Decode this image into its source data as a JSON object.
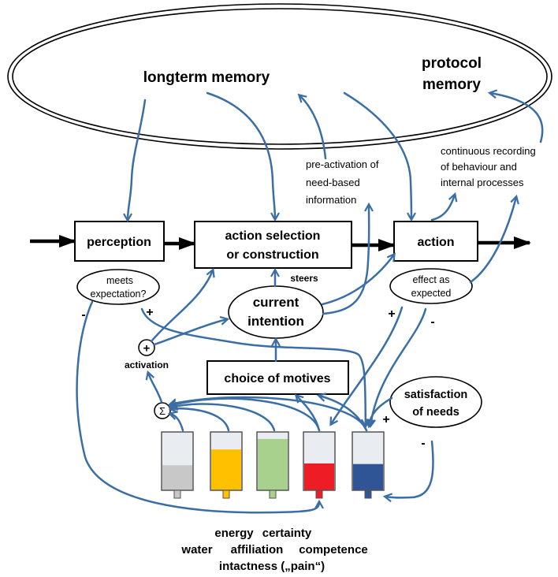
{
  "memory": {
    "longterm": "longterm memory",
    "protocol": [
      "protocol",
      "memory"
    ]
  },
  "notes": {
    "preactivation": [
      "pre-activation of",
      "need-based",
      "information"
    ],
    "recording": [
      "continuous recording",
      "of behaviour and",
      "internal processes"
    ]
  },
  "boxes": {
    "perception": "perception",
    "action_selection": [
      "action selection",
      "or construction"
    ],
    "action": "action",
    "choice_of_motives": "choice of motives"
  },
  "ellipses": {
    "meets_expectation": [
      "meets",
      "expectation?"
    ],
    "effect_as_expected": [
      "effect as",
      "expected"
    ],
    "current_intention": [
      "current",
      "intention"
    ],
    "satisfaction_of_needs": [
      "satisfaction",
      "of needs"
    ]
  },
  "labels": {
    "steers": "steers",
    "activation": "activation",
    "activation_sign": "+",
    "sum_symbol": "Σ"
  },
  "signs": {
    "meets_minus": "-",
    "meets_plus": "+",
    "effect_plus": "+",
    "effect_minus": "-",
    "satisfaction_plus": "+",
    "satisfaction_minus": "-"
  },
  "tanks": [
    {
      "color": "#c8c8c8",
      "level": 0.43
    },
    {
      "color": "#ffc000",
      "level": 0.7
    },
    {
      "color": "#a9d18e",
      "level": 0.88
    },
    {
      "color": "#ee1c25",
      "level": 0.46
    },
    {
      "color": "#2f5597",
      "level": 0.45
    }
  ],
  "needs": {
    "row1": [
      "energy",
      "certainty"
    ],
    "row2": [
      "water",
      "affiliation",
      "competence"
    ],
    "row3": "intactness („pain“)"
  },
  "colors": {
    "arrow": "#3a6ea5",
    "tank_empty": "#e9edf2"
  }
}
